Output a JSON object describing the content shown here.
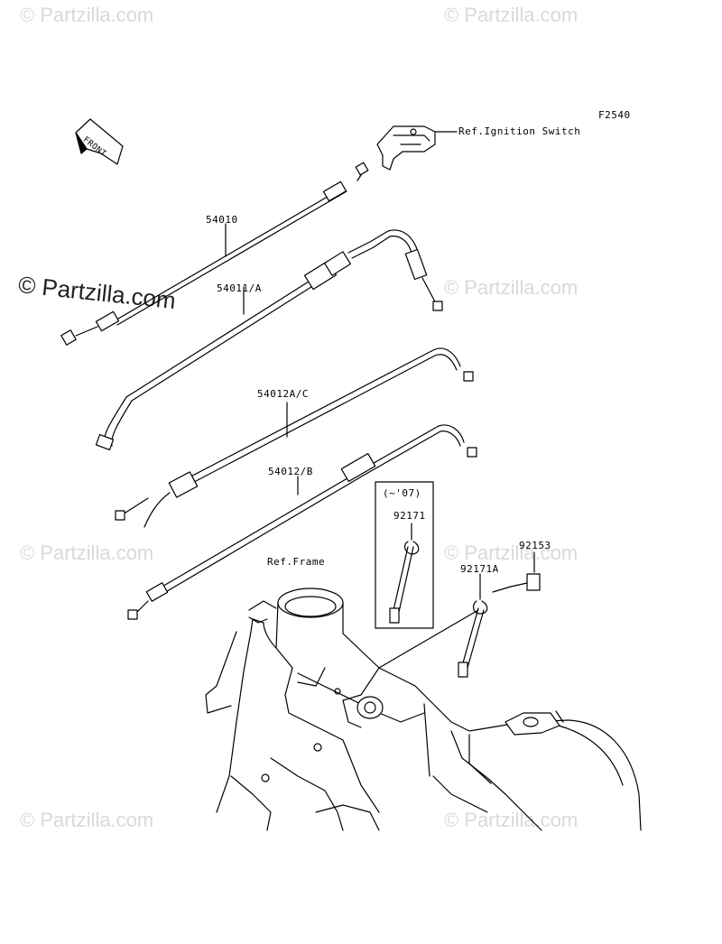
{
  "diagram": {
    "figure_code": "F2540",
    "front_label": "FRONT",
    "labels": {
      "ignition": "Ref.Ignition Switch",
      "p54010": "54010",
      "p54011": "54011/A",
      "p54012ac": "54012A/C",
      "p54012b": "54012/B",
      "frame": "Ref.Frame",
      "year_note": "(~'07)",
      "p92171": "92171",
      "p92153": "92153",
      "p92171a": "92171A"
    },
    "watermark": {
      "faint": "© Partzilla.com",
      "prominent": "© Partzilla.com"
    }
  }
}
